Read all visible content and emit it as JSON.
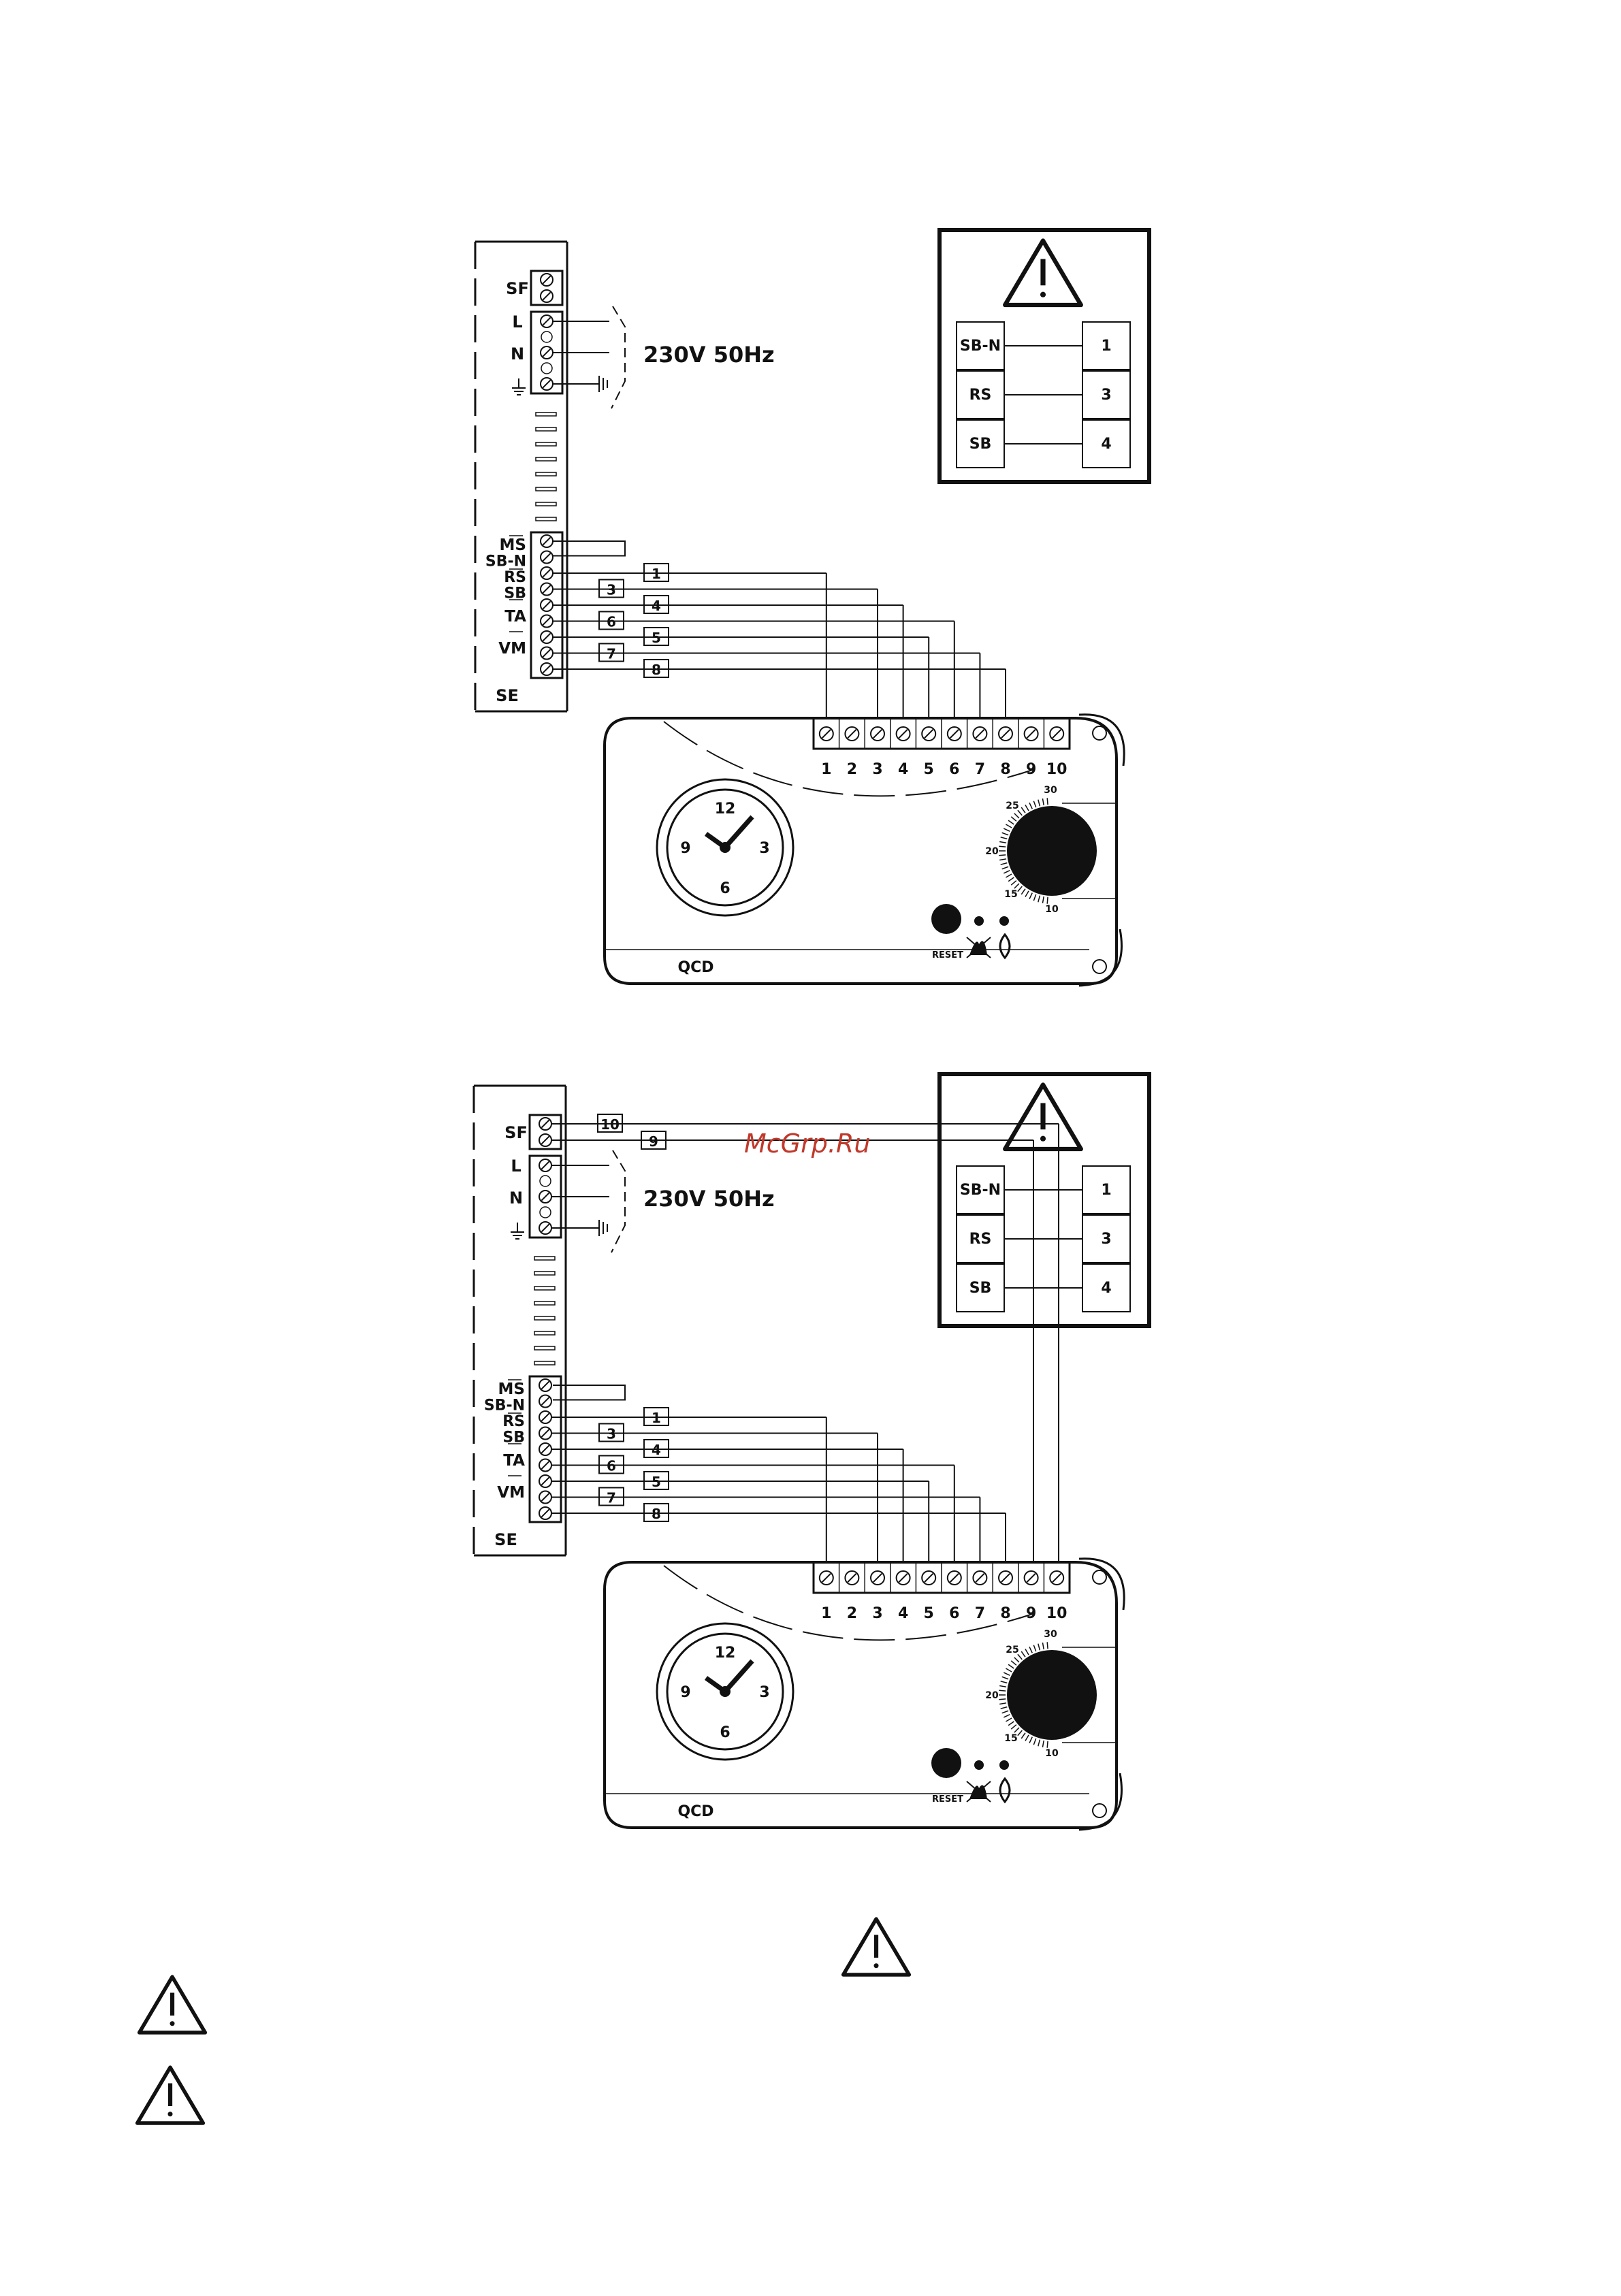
{
  "watermark": "McGrp.Ru",
  "mains_label": "230V 50Hz",
  "se_label": "SE",
  "sf_label": "SF",
  "qcd_label": "QCD",
  "reset_label": "RESET",
  "terminal_labels": {
    "L": "L",
    "N": "N",
    "MS": "MS",
    "SBN": "SB-N",
    "RS": "RS",
    "SB": "SB",
    "TA": "TA",
    "VM": "VM"
  },
  "wire_numbers": [
    "1",
    "3",
    "4",
    "6",
    "5",
    "7",
    "8"
  ],
  "sf_wire_numbers": [
    "10",
    "9"
  ],
  "qcd_terminals": [
    "1",
    "2",
    "3",
    "4",
    "5",
    "6",
    "7",
    "8",
    "9",
    "10"
  ],
  "clock_numbers": [
    "12",
    "3",
    "6",
    "9"
  ],
  "dial_scale": [
    "30",
    "25",
    "20",
    "15",
    "10"
  ],
  "warning_table": [
    {
      "label": "SB-N",
      "terminal": "1"
    },
    {
      "label": "RS",
      "terminal": "3"
    },
    {
      "label": "SB",
      "terminal": "4"
    }
  ]
}
